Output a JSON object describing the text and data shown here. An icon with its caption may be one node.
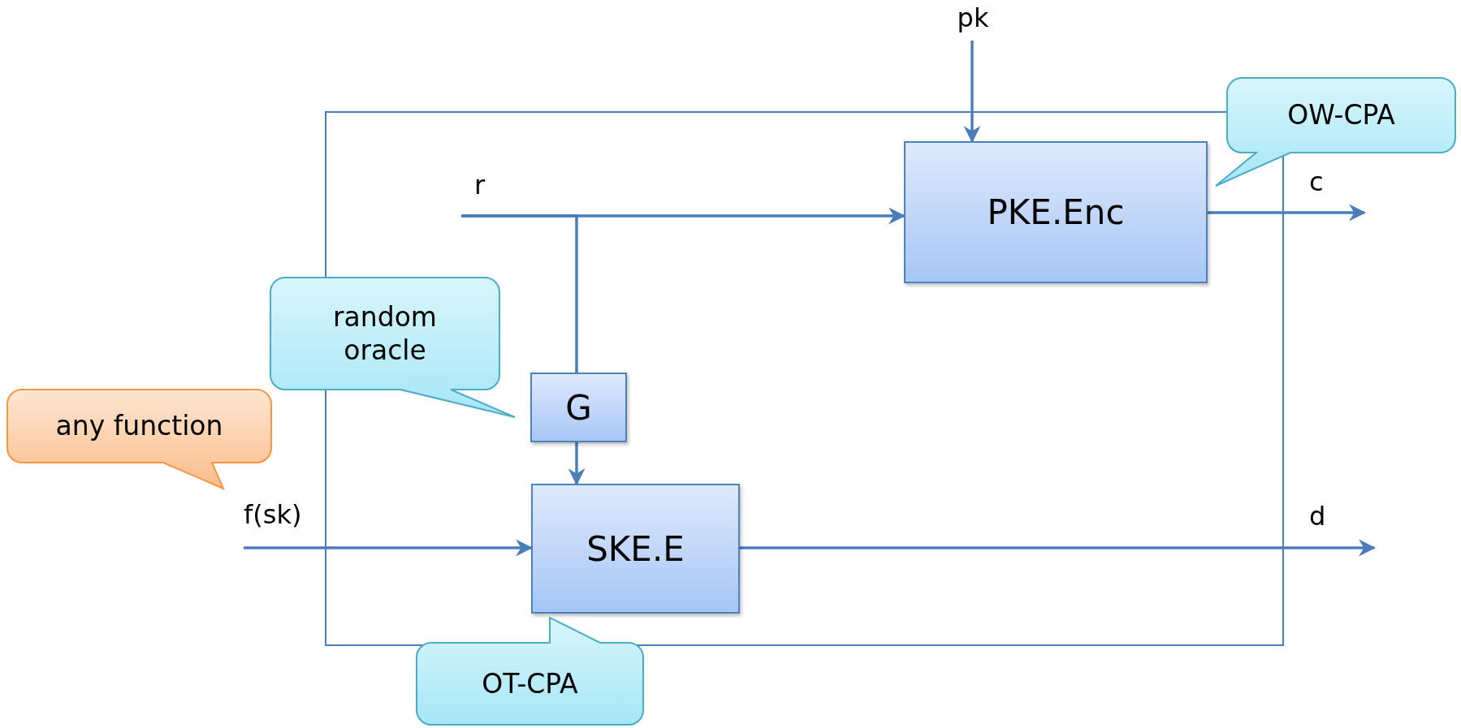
{
  "diagram": {
    "nodes": [
      {
        "text": [],
        "shape": "box"
      },
      {
        "text": [
          "pk"
        ]
      },
      {
        "text": [
          "OW-CPA"
        ]
      },
      {
        "text": [
          "PKE.Enc"
        ],
        "in": 0
      },
      {
        "text": [
          "r"
        ],
        "in": 0
      },
      {
        "text": [
          "c"
        ]
      },
      {
        "text": [
          "random oracle"
        ]
      },
      {
        "text": [
          "G"
        ],
        "in": 0
      },
      {
        "text": [
          "any function"
        ]
      },
      {
        "text": [
          "f(sk)"
        ]
      },
      {
        "text": [
          "SKE.E"
        ],
        "in": 0
      },
      {
        "text": [
          "d"
        ]
      },
      {
        "text": [
          "OT-CPA"
        ]
      }
    ],
    "edges": [
      {
        "from": 1,
        "to": 3,
        "arrow": "to"
      },
      {
        "from": 4,
        "to": 3,
        "arrow": "to"
      },
      {
        "from": 4,
        "to": 7,
        "arrow": "none"
      },
      {
        "from": 7,
        "to": 10,
        "arrow": "to"
      },
      {
        "from": 9,
        "to": 10,
        "arrow": "to"
      },
      {
        "from": 3,
        "to": 5,
        "arrow": "to"
      },
      {
        "from": 10,
        "to": 11,
        "arrow": "to"
      }
    ]
  }
}
